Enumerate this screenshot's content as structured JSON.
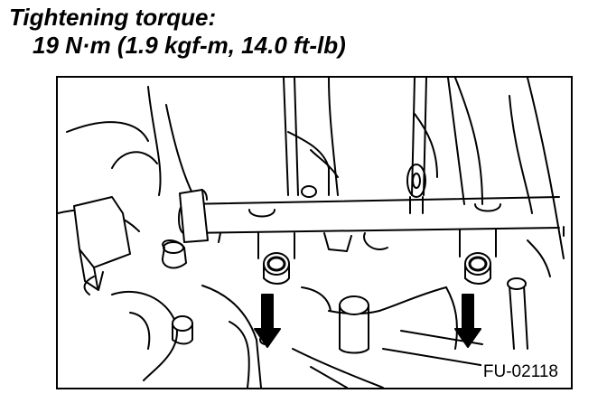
{
  "spec": {
    "line1": "Tightening torque:",
    "line2": "19 N·m (1.9 kgf-m, 14.0 ft-lb)"
  },
  "figure": {
    "code": "FU-02118",
    "arrow_icon": "down-arrow-icon",
    "line_color": "#000000",
    "fill_color": "#ffffff"
  }
}
